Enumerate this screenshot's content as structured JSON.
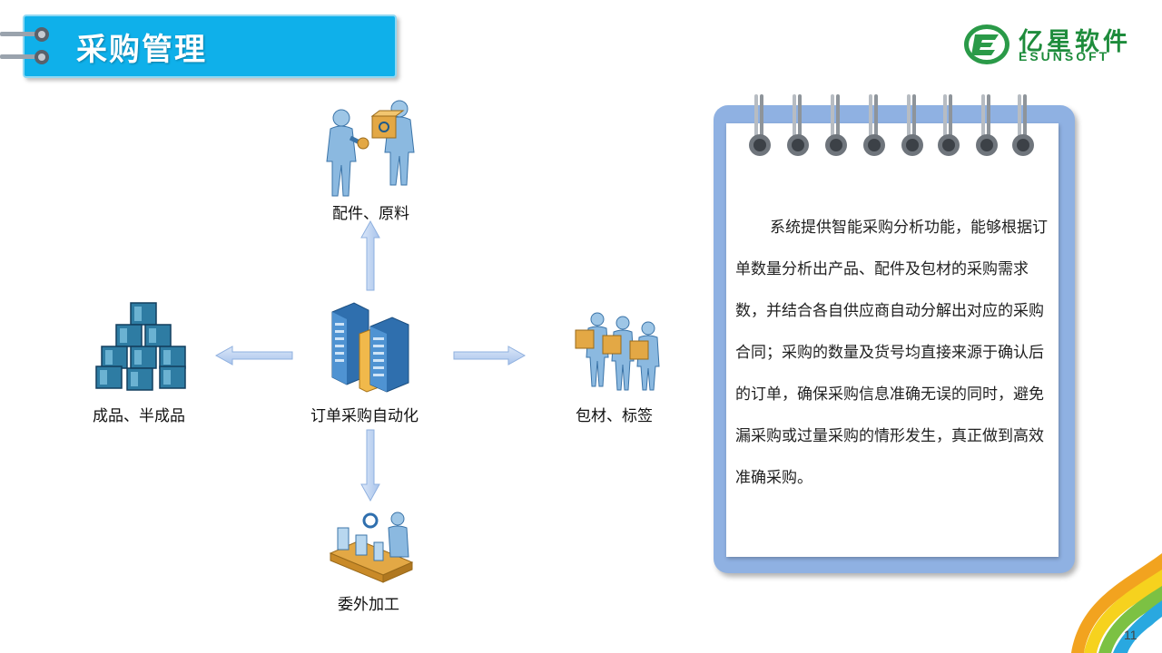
{
  "header": {
    "title": "采购管理"
  },
  "logo": {
    "name_cn": "亿星软件",
    "name_en": "ESUNSOFT"
  },
  "diagram": {
    "center": {
      "label": "订单采购自动化",
      "icon": "server-icon"
    },
    "top": {
      "label": "配件、原料",
      "icon": "handover-people-icon"
    },
    "left": {
      "label": "成品、半成品",
      "icon": "stacked-boxes-icon"
    },
    "right": {
      "label": "包材、标签",
      "icon": "people-with-boxes-icon"
    },
    "bottom": {
      "label": "委外加工",
      "icon": "assembly-line-icon"
    }
  },
  "notebook": {
    "text": "系统提供智能采购分析功能，能够根据订单数量分析出产品、配件及包材的采购需求数，并结合各自供应商自动分解出对应的采购合同；采购的数量及货号均直接来源于确认后的订单，确保采购信息准确无误的同时，避免漏采购或过量采购的情形发生，真正做到高效准确采购。"
  },
  "footer": {
    "page_number": "11"
  },
  "colors": {
    "banner": "#0fb0ea",
    "logo_green": "#1e8c3c",
    "arrow": "#a9c4ec",
    "notebook_frame": "#8fb1e2"
  }
}
